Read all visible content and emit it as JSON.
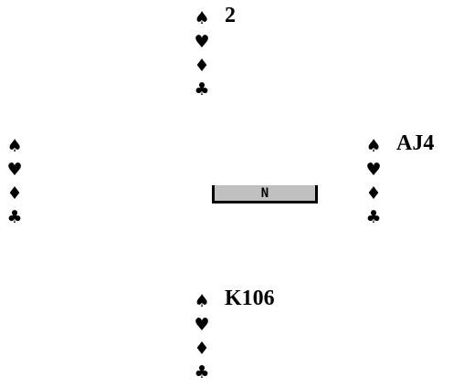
{
  "dealer_indicator": "N",
  "suit_symbols": {
    "spades": "♠",
    "hearts": "♥",
    "diamonds": "♦",
    "clubs": "♣"
  },
  "colors": {
    "background": "#ffffff",
    "text": "#000000",
    "indicator_fill": "#c0c0c0"
  },
  "hands": {
    "north": {
      "spades": "2",
      "hearts": "",
      "diamonds": "",
      "clubs": ""
    },
    "west": {
      "spades": "",
      "hearts": "",
      "diamonds": "",
      "clubs": ""
    },
    "east": {
      "spades": "AJ4",
      "hearts": "",
      "diamonds": "",
      "clubs": ""
    },
    "south": {
      "spades": "K106",
      "hearts": "",
      "diamonds": "",
      "clubs": ""
    }
  }
}
